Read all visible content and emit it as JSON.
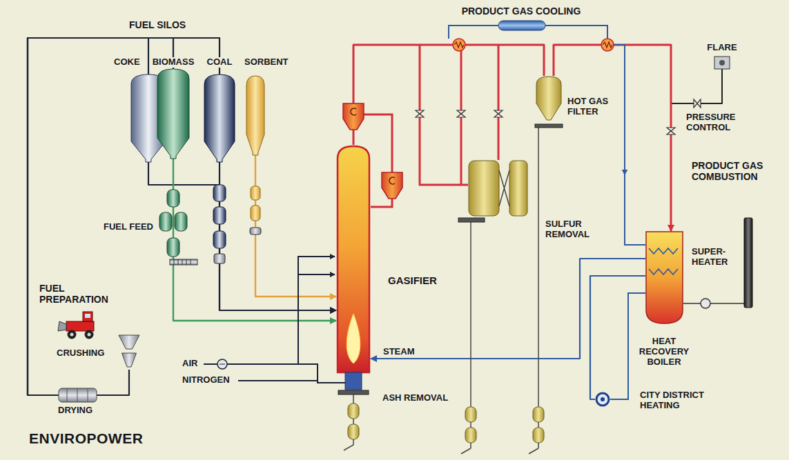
{
  "diagram": {
    "title": "ENVIROPOWER",
    "nodes": [
      {
        "text": [
          "COKE"
        ]
      },
      {
        "text": [
          "BIOMASS"
        ]
      },
      {
        "text": [
          "COAL"
        ]
      },
      {
        "text": [
          "SORBENT"
        ]
      },
      {
        "text": [
          "GASIFIER"
        ]
      },
      {
        "text": [
          "SULFUR REMOVAL"
        ]
      },
      {
        "text": [
          "HOT GAS FILTER"
        ]
      },
      {
        "text": [
          "FLARE"
        ]
      },
      {
        "text": [
          "SUPER-HEATER",
          "HEAT RECOVERY BOILER"
        ]
      },
      {
        "text": [
          "CITY DISTRICT HEATING"
        ]
      },
      {
        "text": [
          "CRUSHING"
        ]
      },
      {
        "text": [
          "DRYING"
        ]
      }
    ],
    "edges": [
      {
        "from": 11,
        "to": 0,
        "arrow": "none"
      },
      {
        "from": 11,
        "to": 1,
        "arrow": "none"
      },
      {
        "from": 11,
        "to": 2,
        "arrow": "none"
      },
      {
        "from": 10,
        "to": 11,
        "arrow": "none"
      },
      {
        "from": 0,
        "to": 4,
        "arrow": "to"
      },
      {
        "from": 1,
        "to": 4,
        "arrow": "to"
      },
      {
        "from": 2,
        "to": 4,
        "arrow": "to"
      },
      {
        "from": 3,
        "to": 4,
        "arrow": "to"
      },
      {
        "from": 4,
        "to": 5,
        "arrow": "none"
      },
      {
        "from": 5,
        "to": 6,
        "arrow": "none"
      },
      {
        "from": 6,
        "to": 8,
        "arrow": "to"
      },
      {
        "from": 6,
        "to": 7,
        "arrow": "none"
      },
      {
        "from": 8,
        "to": 4,
        "arrow": "to",
        "label": "STEAM"
      },
      {
        "from": 8,
        "to": 9,
        "arrow": "none"
      }
    ],
    "labels": [
      "FUEL SILOS",
      "PRODUCT GAS COOLING",
      "PRESSURE CONTROL",
      "PRODUCT GAS COMBUSTION",
      "FUEL FEED",
      "FUEL PREPARATION",
      "AIR",
      "NITROGEN",
      "ASH REMOVAL"
    ]
  }
}
